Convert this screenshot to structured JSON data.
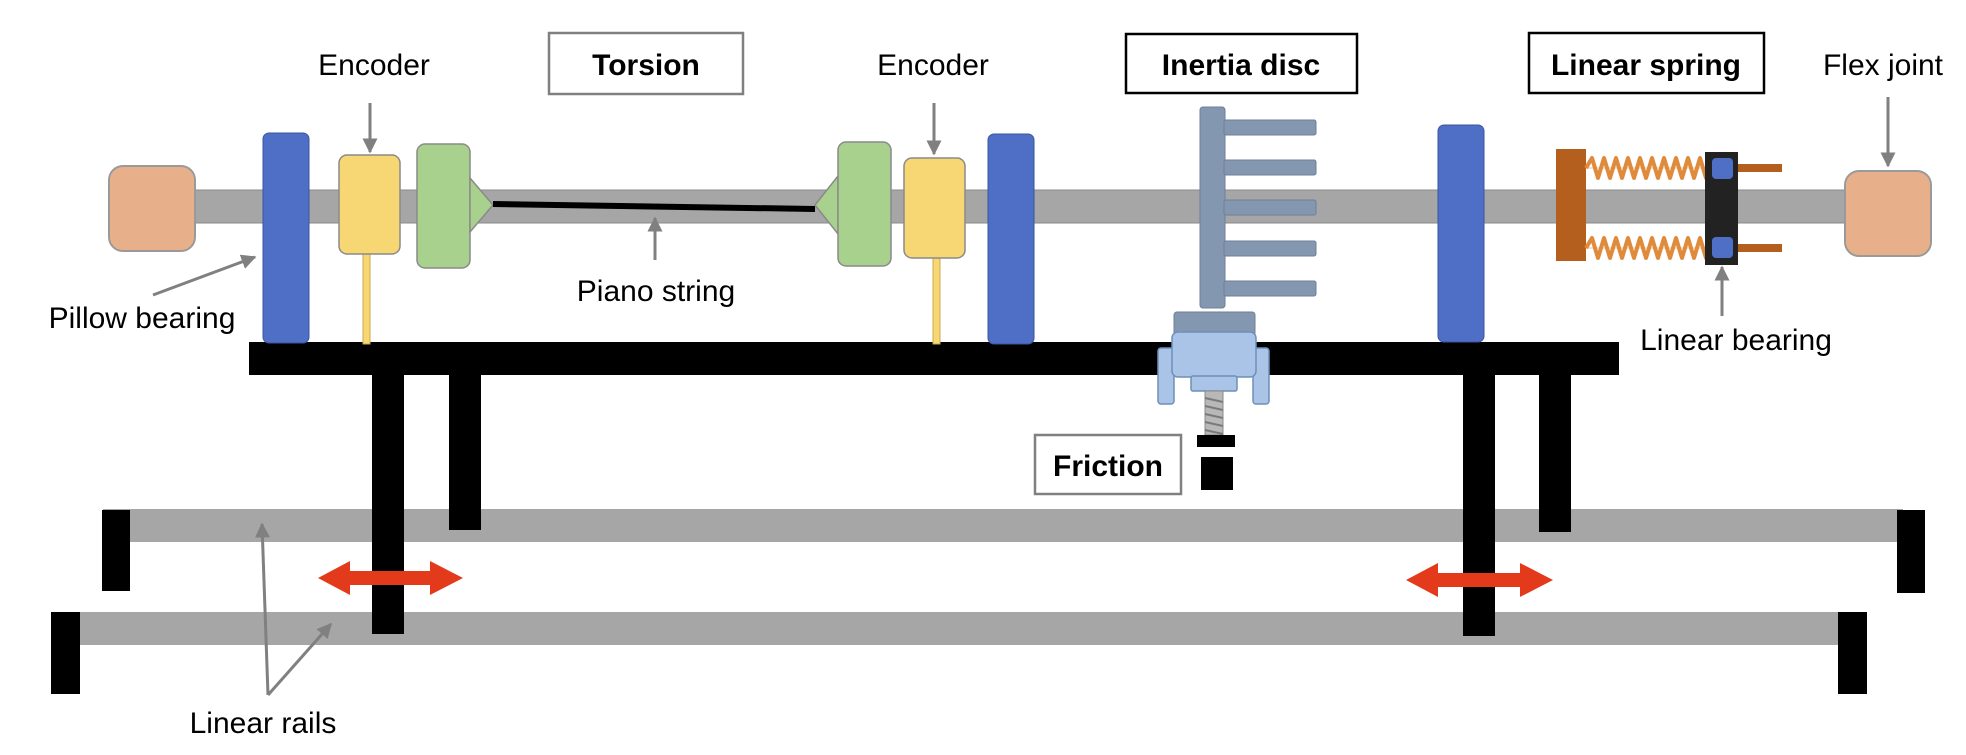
{
  "labels": {
    "encoder_left": "Encoder",
    "encoder_right": "Encoder",
    "torsion": "Torsion",
    "inertia_disc": "Inertia disc",
    "linear_spring": "Linear spring",
    "flex_joint": "Flex joint",
    "pillow_bearing": "Pillow bearing",
    "piano_string": "Piano string",
    "linear_bearing": "Linear bearing",
    "friction": "Friction",
    "linear_rails": "Linear rails"
  },
  "colors": {
    "shaft": "#a6a6a6",
    "rail": "#a6a6a6",
    "flex_joint": "#e8b08a",
    "pillow_bearing": "#4f6fc6",
    "encoder": "#f7d774",
    "coupling": "#a9d18e",
    "inertia_disc": "#8497b0",
    "spring": "#e08a3c",
    "spring_mount": "#b45f1e",
    "friction_clamp": "#a9c4e6",
    "motion_arrow": "#e33a1c",
    "frame": "#000000",
    "leader": "#808080"
  }
}
